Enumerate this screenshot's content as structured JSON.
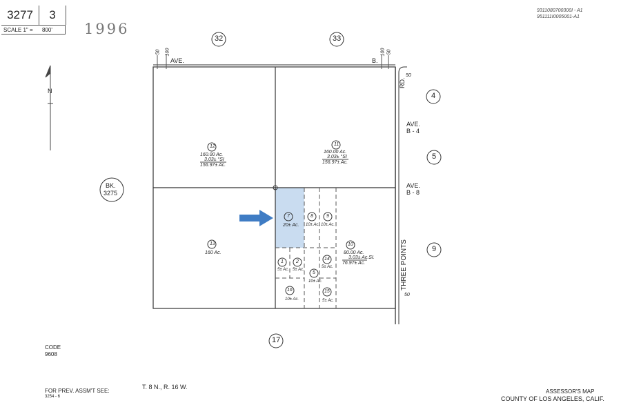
{
  "header": {
    "map_book": "3277",
    "page": "3",
    "scale_label": "SCALE 1\" =",
    "scale_value": "800'",
    "year": "1996"
  },
  "doc_ids": [
    "9311080700300I - A1",
    "951111I0005001-A1"
  ],
  "north_label": "N",
  "sections": {
    "s32": "32",
    "s33": "33",
    "s4": "4",
    "s5": "5",
    "s9": "9",
    "s17": "17"
  },
  "book_ref": {
    "line1": "BK.",
    "line2": "3275"
  },
  "roads": {
    "ave": "AVE.",
    "b": "B.",
    "rd": "RD.",
    "ave_b4_1": "AVE.",
    "ave_b4_2": "B - 4",
    "ave_b8_1": "AVE.",
    "ave_b8_2": "B - 8",
    "three_points": "THREE POINTS"
  },
  "dimensions": {
    "d50a": "50",
    "d50b": "50",
    "d100a": "100",
    "d100b": "100",
    "d50c": "50",
    "d50d": "50"
  },
  "parcels": [
    {
      "num": "12",
      "l1": "160.00 Ac.",
      "l2": "3.03± °SI",
      "l3": "156.97± Ac."
    },
    {
      "num": "11",
      "l1": "160.00 Ac.",
      "l2": "3.03± °SI",
      "l3": "156.97± Ac."
    },
    {
      "num": "13",
      "l1": "160 Ac."
    },
    {
      "num": "7",
      "l1": "20± Ac."
    },
    {
      "num": "8",
      "l1": "10± Ac."
    },
    {
      "num": "9",
      "l1": "10± Ac."
    },
    {
      "num": "10",
      "l1": "80.00 Ac.",
      "l2": "3.03± Ac.SI.",
      "l3": "76.97± Ac."
    },
    {
      "num": "1",
      "l1": "5± Ac."
    },
    {
      "num": "2",
      "l1": "5± Ac."
    },
    {
      "num": "14",
      "l1": "5± Ac."
    },
    {
      "num": "5",
      "l1": "10± Ac."
    },
    {
      "num": "16",
      "l1": "10± Ac."
    },
    {
      "num": "15",
      "l1": "5± Ac."
    }
  ],
  "highlight": {
    "parcel": "7",
    "fill": "#c9dcf0",
    "arrow_color": "#3f7cc4"
  },
  "footer": {
    "code_label": "CODE",
    "code": "9608",
    "prev_label": "FOR PREV. ASSM'T SEE:",
    "prev": "3254 - 6",
    "township": "T. 8 N., R. 16 W.",
    "assessor": "ASSESSOR'S MAP",
    "county": "COUNTY OF LOS ANGELES, CALIF."
  }
}
